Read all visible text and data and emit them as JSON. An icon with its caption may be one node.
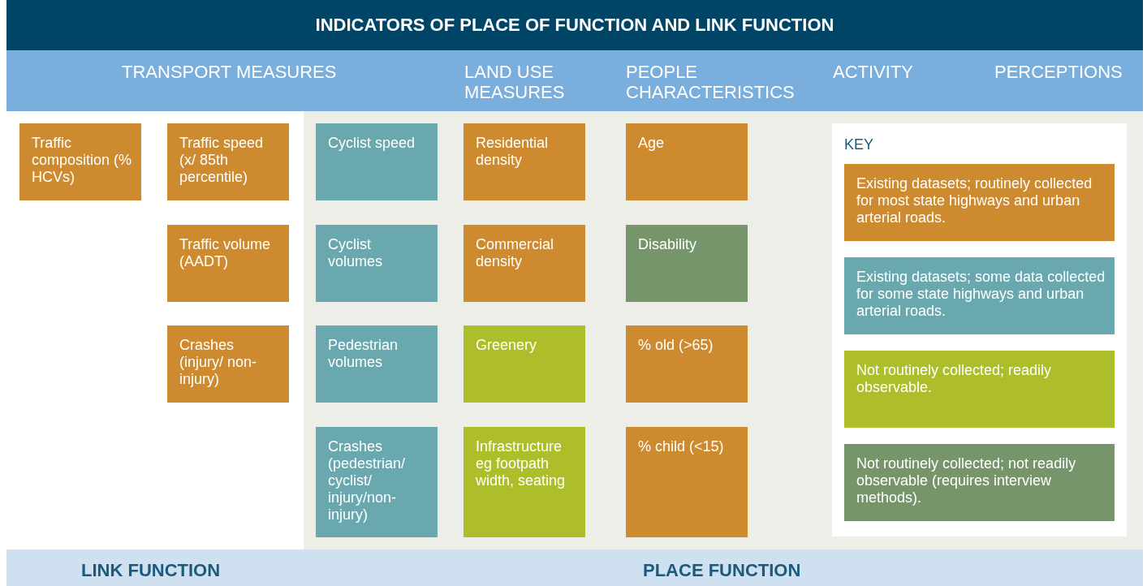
{
  "diagram": {
    "title": "INDICATORS OF PLACE OF FUNCTION AND LINK FUNCTION",
    "nodes": [
      {
        "text": [
          "Traffic composition (% HCVs)"
        ]
      },
      {
        "text": [
          "Traffic speed (x/ 85th percentile)"
        ]
      },
      {
        "text": [
          "Traffic volume (AADT)"
        ]
      },
      {
        "text": [
          "Crashes (injury/ non-injury)"
        ]
      },
      {
        "text": [
          "Cyclist speed"
        ]
      },
      {
        "text": [
          "Cyclist volumes"
        ]
      },
      {
        "text": [
          "Pedestrian volumes"
        ]
      },
      {
        "text": [
          "Crashes (pedestrian/ cyclist/ injury/non-injury)"
        ]
      },
      {
        "text": [
          "Residential density"
        ]
      },
      {
        "text": [
          "Commercial density"
        ]
      },
      {
        "text": [
          "Greenery"
        ]
      },
      {
        "text": [
          "Infrastructure eg footpath width, seating"
        ]
      },
      {
        "text": [
          "Age"
        ]
      },
      {
        "text": [
          "Disability"
        ]
      },
      {
        "text": [
          "% old (>65)"
        ]
      },
      {
        "text": [
          "% child (<15)"
        ]
      },
      {
        "text": [
          "KEY"
        ]
      }
    ],
    "edges": [],
    "labels": [
      "TRANSPORT MEASURES",
      "LAND USE MEASURES",
      "PEOPLE CHARACTERISTICS",
      "ACTIVITY",
      "PERCEPTIONS",
      "LINK FUNCTION",
      "PLACE FUNCTION"
    ],
    "legend": [
      {
        "text": "Existing datasets; routinely collected for most state highways and urban arterial roads.",
        "color": "#ce8a2e"
      },
      {
        "text": "Existing datasets; some data collected for some state highways and urban arterial roads.",
        "color": "#68a8ae"
      },
      {
        "text": "Not routinely collected; readily observable.",
        "color": "#aebe2a"
      },
      {
        "text": "Not routinely collected; not readily observable (requires interview methods).",
        "color": "#76956a"
      }
    ]
  }
}
